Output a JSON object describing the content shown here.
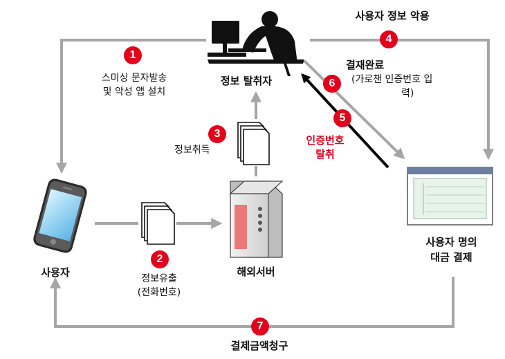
{
  "nodes": {
    "user": "사용자",
    "hacker": "정보 탈취자",
    "server": "해외서버",
    "payment_line1": "사용자 명의",
    "payment_line2": "대금 결제"
  },
  "steps": [
    {
      "num": "1",
      "line1": "스미싱 문자발송",
      "line2": "및 악성 앱 설치"
    },
    {
      "num": "2",
      "line1": "정보유출",
      "line2": "(전화번호)"
    },
    {
      "num": "3",
      "line1": "정보취득"
    },
    {
      "num": "4",
      "line1": "사용자 정보 악용"
    },
    {
      "num": "5",
      "line1": "인증번호",
      "line2": "탈취"
    },
    {
      "num": "6",
      "line1": "결재완료",
      "line2": "(가로챈 인증번호 입",
      "line3": "력)"
    },
    {
      "num": "7",
      "line1": "결제금액청구"
    }
  ],
  "colors": {
    "badge": "#e3001b",
    "arrow_gray": "#a6a6a6",
    "arrow_black": "#000000",
    "server_red": "#e87a7a"
  },
  "icons": [
    "phone-icon",
    "hacker-computer-icon",
    "document-stack-icon",
    "server-icon",
    "payment-window-icon"
  ]
}
